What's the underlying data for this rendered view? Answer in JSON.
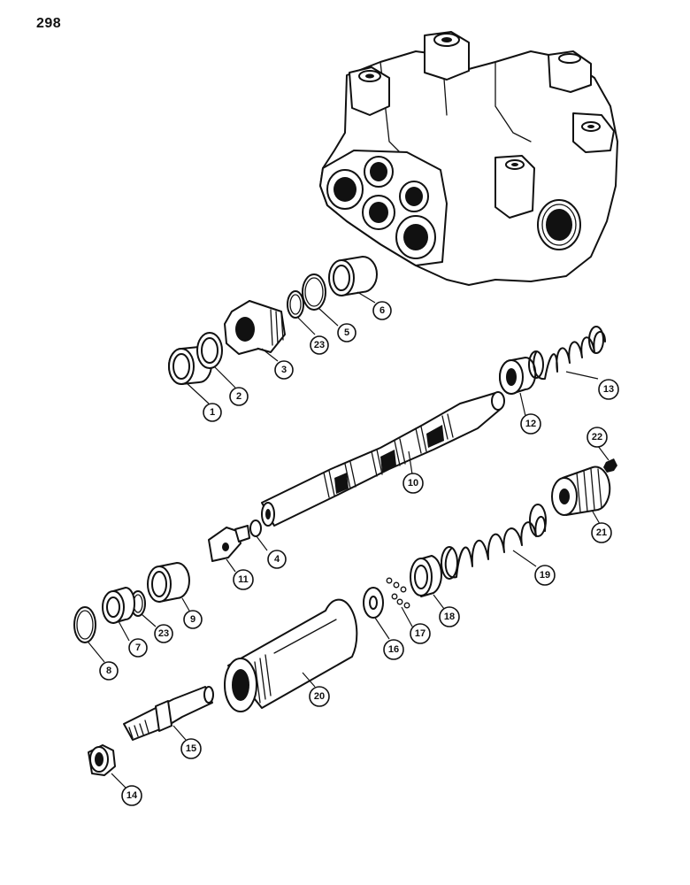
{
  "page_number": "298",
  "callouts": [
    "1",
    "2",
    "3",
    "23",
    "5",
    "6",
    "13",
    "12",
    "10",
    "22",
    "21",
    "4",
    "11",
    "9",
    "23",
    "7",
    "8",
    "16",
    "17",
    "18",
    "19",
    "20",
    "15",
    "14"
  ]
}
